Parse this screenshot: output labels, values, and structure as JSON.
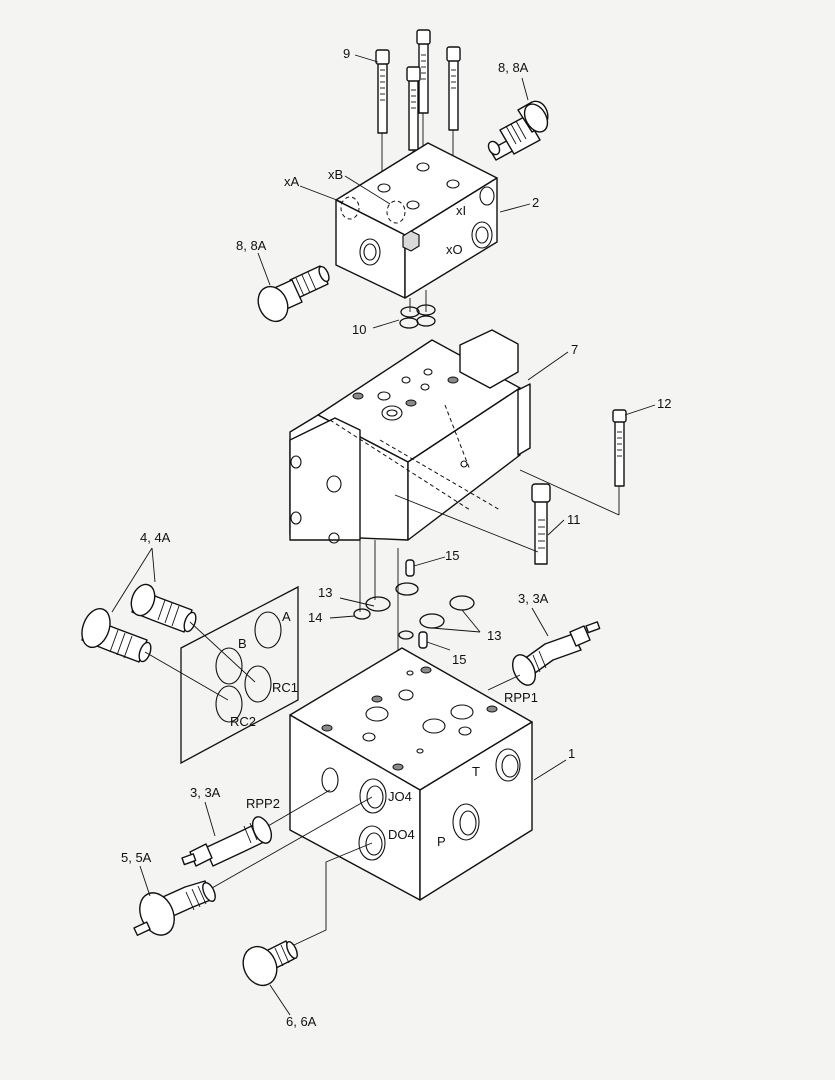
{
  "labels": {
    "item_1": "1",
    "item_2": "2",
    "item_7": "7",
    "item_9": "9",
    "item_10": "10",
    "item_11": "11",
    "item_12": "12",
    "item_13a": "13",
    "item_13b": "13",
    "item_14": "14",
    "item_15a": "15",
    "item_15b": "15",
    "item_8_8A_top": "8, 8A",
    "item_8_8A_left": "8, 8A",
    "item_4_4A": "4, 4A",
    "item_3_3A_right": "3, 3A",
    "item_3_3A_left": "3, 3A",
    "item_5_5A": "5, 5A",
    "item_6_6A": "6, 6A"
  },
  "ports": {
    "xA": "xA",
    "xB": "xB",
    "xI": "xI",
    "xO": "xO",
    "A": "A",
    "B": "B",
    "RC1": "RC1",
    "RC2": "RC2",
    "RPP1": "RPP1",
    "RPP2": "RPP2",
    "JO4": "JO4",
    "DO4": "DO4",
    "T": "T",
    "P": "P"
  }
}
